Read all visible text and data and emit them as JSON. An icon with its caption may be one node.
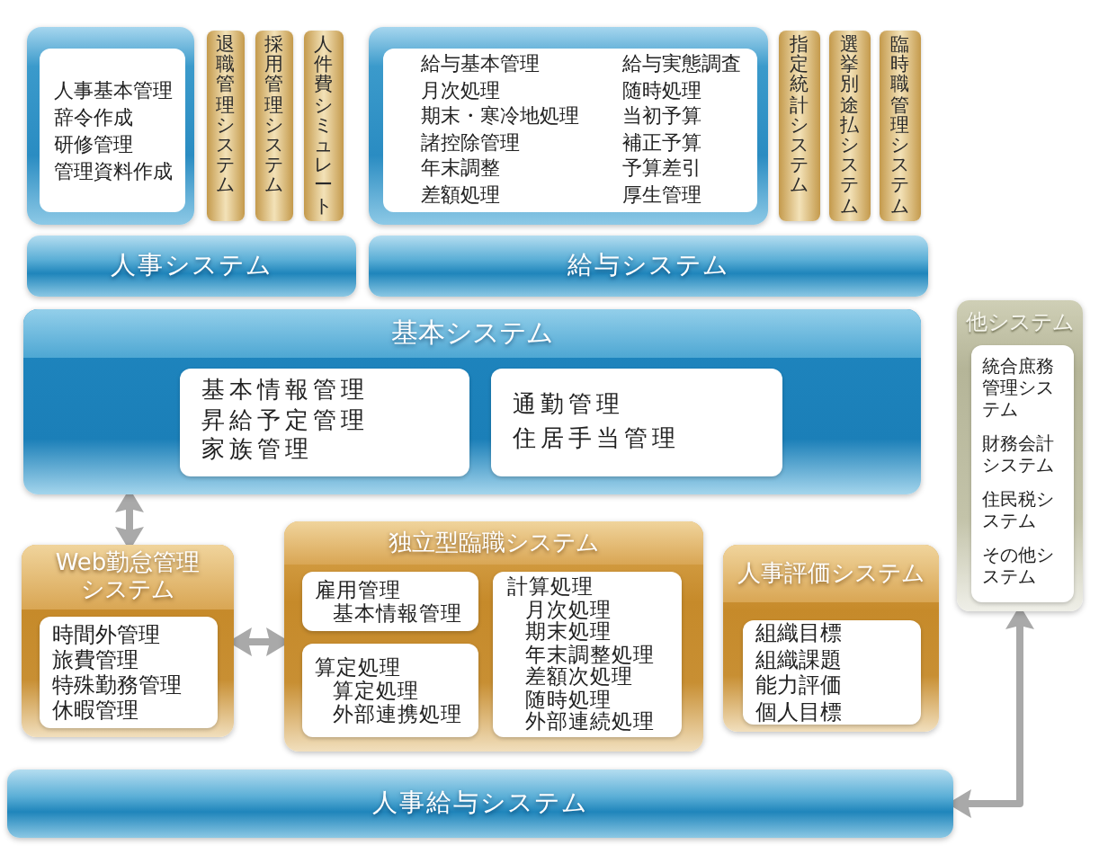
{
  "diagram": {
    "nodes": [
      {
        "text": [
          "人事基本管理",
          "辞令作成",
          "研修管理",
          "管理資料作成"
        ]
      },
      {
        "text": [
          "退職管理システム"
        ]
      },
      {
        "text": [
          "採用管理システム"
        ]
      },
      {
        "text": [
          "人件費シミュレート"
        ]
      },
      {
        "text": [
          "人事システム"
        ]
      },
      {
        "text": [
          "給与基本管理",
          "月次処理",
          "期末・寒冷地処理",
          "諸控除管理",
          "年末調整",
          "差額処理",
          "給与実態調査",
          "随時処理",
          "当初予算",
          "補正予算",
          "予算差引",
          "厚生管理"
        ]
      },
      {
        "text": [
          "指定統計システム"
        ]
      },
      {
        "text": [
          "選挙別途払システム"
        ]
      },
      {
        "text": [
          "臨時職管理システム"
        ]
      },
      {
        "text": [
          "給与システム"
        ]
      },
      {
        "text": [
          "基本システム"
        ]
      },
      {
        "text": [
          "基本情報管理",
          "昇給予定管理",
          "家族管理"
        ],
        "in": 10
      },
      {
        "text": [
          "通勤管理",
          "住居手当管理"
        ],
        "in": 10
      },
      {
        "text": [
          "他システム"
        ]
      },
      {
        "text": [
          "統合庶務管理システム",
          "財務会計システム",
          "住民税システム",
          "その他システム"
        ],
        "in": 13
      },
      {
        "text": [
          "Web勤怠管理システム"
        ]
      },
      {
        "text": [
          "時間外管理",
          "旅費管理",
          "特殊勤務管理",
          "休暇管理"
        ],
        "in": 15
      },
      {
        "text": [
          "独立型臨職システム"
        ]
      },
      {
        "text": [
          "雇用管理",
          "基本情報管理"
        ],
        "in": 17
      },
      {
        "text": [
          "算定処理",
          "算定処理",
          "外部連携処理"
        ],
        "in": 17
      },
      {
        "text": [
          "計算処理",
          "月次処理",
          "期末処理",
          "年末調整処理",
          "差額次処理",
          "随時処理",
          "外部連続処理"
        ],
        "in": 17
      },
      {
        "text": [
          "人事評価システム"
        ]
      },
      {
        "text": [
          "組織目標",
          "組織課題",
          "能力評価",
          "個人目標"
        ],
        "in": 21
      },
      {
        "text": [
          "人事給与システム"
        ]
      }
    ],
    "edges": [
      {
        "from": 10,
        "to": 15,
        "arrow": "both"
      },
      {
        "from": 15,
        "to": 17,
        "arrow": "both"
      },
      {
        "from": 13,
        "to": 23,
        "arrow": "both"
      }
    ]
  }
}
